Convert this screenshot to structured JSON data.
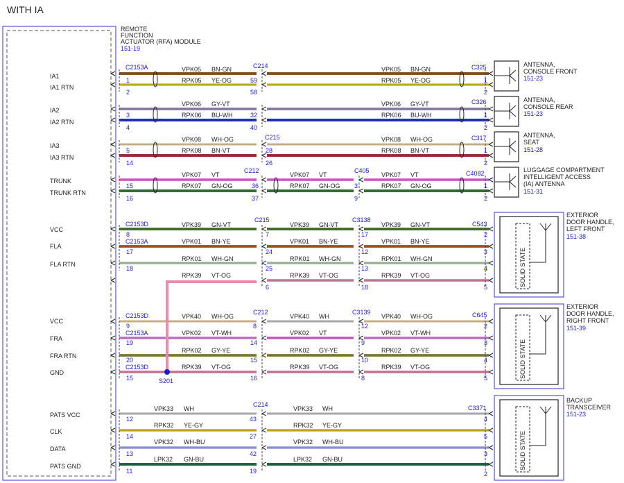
{
  "title": "WITH IA",
  "module": {
    "line1": "REMOTE",
    "line2": "FUNCTION",
    "line3": "ACTUATOR (RFA) MODULE",
    "ref": "151-19"
  },
  "colors": {
    "BN-GN": "#8b5a2b",
    "YE-OG": "#e8d800",
    "GY-VT": "#9a8fb5",
    "BU-WH": "#1a2fd0",
    "WH-OG": "#ecd7b5",
    "BN-VT": "#a3323a",
    "VT": "#e373d8",
    "GN-OG": "#2e7d2e",
    "GN-VT": "#4d7a2b",
    "BN-YE": "#d4560f",
    "WH-GN": "#b9d4b0",
    "VT-OG": "#e88cae",
    "WH": "#d0d0d0",
    "VT-WH": "#d88ae0",
    "GY-YE": "#8c8a4a",
    "WH-BU": "#a8b4e6",
    "GN-BU": "#1f6b4a",
    "YE-GY": "#ddd000",
    "accent": "#1a1ad6"
  },
  "signals": [
    "IA1",
    "IA1 RTN",
    "IA2",
    "IA2 RTN",
    "IA3",
    "IA3 RTN",
    "TRUNK",
    "TRUNK RTN",
    "VCC",
    "FLA",
    "FLA RTN",
    "VCC",
    "FRA",
    "FRA RTN",
    "GND",
    "PATS VCC",
    "CLK",
    "DATA",
    "PATS GND"
  ],
  "devices": [
    {
      "l1": "ANTENNA,",
      "l2": "CONSOLE FRONT",
      "l3": "",
      "ref": "151-23"
    },
    {
      "l1": "ANTENNA,",
      "l2": "CONSOLE REAR",
      "l3": "",
      "ref": "151-23"
    },
    {
      "l1": "ANTENNA,",
      "l2": "SEAT",
      "l3": "",
      "ref": "151-28"
    },
    {
      "l1": "LUGGAGE COMPARTMENT",
      "l2": "INTELLIGENT ACCESS",
      "l3": "(IA) ANTENNA",
      "ref": "151-31"
    },
    {
      "l1": "EXTERIOR",
      "l2": "DOOR HANDLE,",
      "l3": "LEFT FRONT",
      "ref": "151-38"
    },
    {
      "l1": "EXTERIOR",
      "l2": "DOOR HANDLE,",
      "l3": "RIGHT FRONT",
      "ref": "151-39"
    },
    {
      "l1": "BACKUP",
      "l2": "TRANSCEIVER",
      "l3": "",
      "ref": "151-23"
    }
  ],
  "solid_state": "SOLID STATE",
  "splice": "S201",
  "connectors": [
    "C2153A",
    "C214",
    "C325",
    "C326",
    "C215",
    "C317",
    "C212",
    "C405",
    "C4082",
    "C2153D",
    "C215",
    "C3138",
    "C543",
    "C2153A",
    "C2153D",
    "C212",
    "C3139",
    "C645",
    "C2153A",
    "C2153D",
    "C214",
    "C3371"
  ],
  "pins": [
    "1",
    "2",
    "59",
    "58",
    "1",
    "2",
    "3",
    "4",
    "32",
    "40",
    "1",
    "2",
    "5",
    "14",
    "28",
    "26",
    "1",
    "2",
    "15",
    "16",
    "36",
    "37",
    "3",
    "9",
    "1",
    "2",
    "8",
    "17",
    "18",
    "7",
    "24",
    "25",
    "6",
    "17",
    "12",
    "13",
    "18",
    "2",
    "3",
    "4",
    "5",
    "9",
    "19",
    "20",
    "15",
    "8",
    "14",
    "15",
    "16",
    "12",
    "9",
    "10",
    "8",
    "2",
    "3",
    "4",
    "5",
    "12",
    "14",
    "13",
    "11",
    "43",
    "27",
    "42",
    "19",
    "4",
    "5",
    "3",
    "2"
  ],
  "circuits": [
    "VPK05",
    "BN-GN",
    "RPK05",
    "YE-OG",
    "VPK05",
    "BN-GN",
    "RPK05",
    "YE-OG",
    "VPK06",
    "GY-VT",
    "RPK06",
    "BU-WH",
    "VPK06",
    "GY-VT",
    "RPK06",
    "BU-WH",
    "VPK08",
    "WH-OG",
    "RPK08",
    "BN-VT",
    "VPK08",
    "WH-OG",
    "RPK08",
    "BN-VT",
    "VPK07",
    "VT",
    "RPK07",
    "GN-OG",
    "VPK07",
    "VT",
    "RPK07",
    "GN-OG",
    "VPK07",
    "VT",
    "RPK07",
    "GN-OG",
    "VPK39",
    "GN-VT",
    "VPK39",
    "GN-VT",
    "VPK39",
    "GN-VT",
    "VPK01",
    "BN-YE",
    "VPK01",
    "BN-YE",
    "VPK01",
    "BN-YE",
    "RPK01",
    "WH-GN",
    "RPK01",
    "WH-GN",
    "RPK01",
    "WH-GN",
    "RPK39",
    "VT-OG",
    "RPK39",
    "VT-OG",
    "RPK39",
    "VT-OG",
    "VPK40",
    "WH-OG",
    "VPK40",
    "WH",
    "VPK40",
    "WH-OG",
    "VPK02",
    "VT-WH",
    "VPK02",
    "VT",
    "VPK02",
    "VT-WH",
    "RPK02",
    "GY-YE",
    "RPK02",
    "GY-YE",
    "RPK02",
    "GY-YE",
    "RPK39",
    "VT-OG",
    "RPK39",
    "VT-OG",
    "RPK39",
    "VT-OG",
    "VPK33",
    "WH",
    "VPK33",
    "WH",
    "RPK32",
    "YE-GY",
    "RPK32",
    "YE-GY",
    "VPK32",
    "WH-BU",
    "VPK32",
    "WH-BU",
    "LPK32",
    "GN-BU",
    "LPK32",
    "GN-BU"
  ]
}
